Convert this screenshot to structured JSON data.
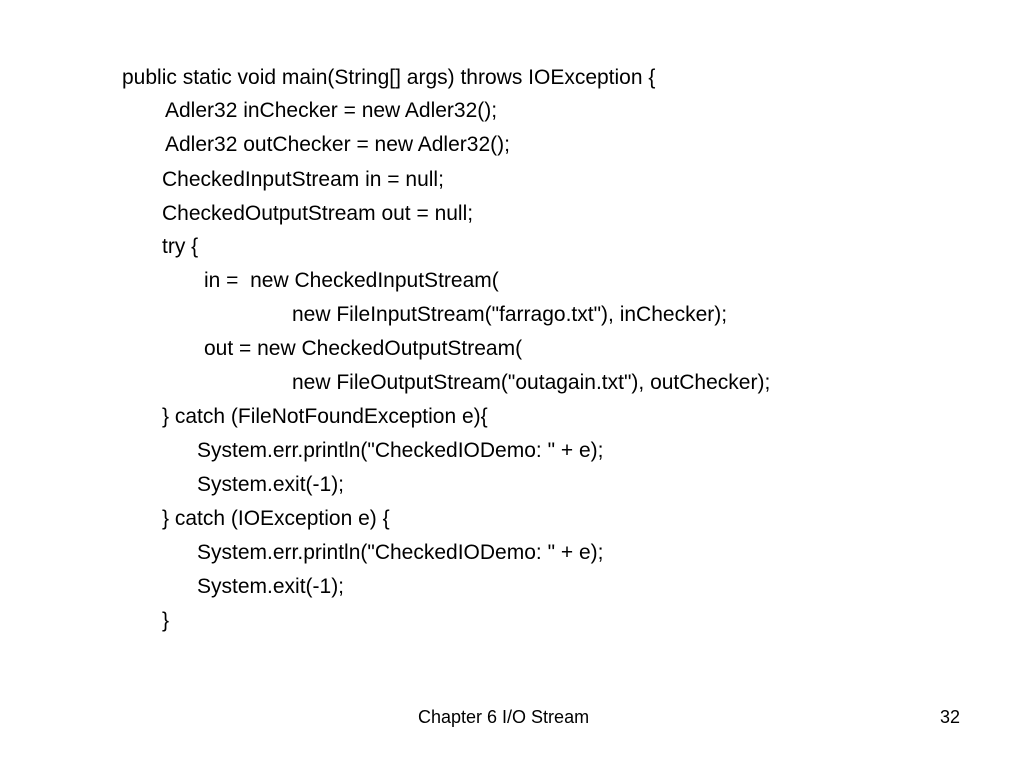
{
  "slide": {
    "code_lines": [
      "public static void main(String[] args) throws IOException {",
      "Adler32 inChecker = new Adler32();",
      "Adler32 outChecker = new Adler32();",
      "CheckedInputStream in = null;",
      "CheckedOutputStream out = null;",
      "try {",
      "in =  new CheckedInputStream(",
      "new FileInputStream(\"farrago.txt\"), inChecker);",
      "out = new CheckedOutputStream(",
      "new FileOutputStream(\"outagain.txt\"), outChecker);",
      "} catch (FileNotFoundException e){",
      "System.err.println(\"CheckedIODemo: \" + e);",
      "System.exit(-1);",
      "} catch (IOException e) {",
      "System.err.println(\"CheckedIODemo: \" + e);",
      "System.exit(-1);",
      "}"
    ],
    "footer_title": "Chapter 6 I/O Stream",
    "page_number": "32"
  }
}
